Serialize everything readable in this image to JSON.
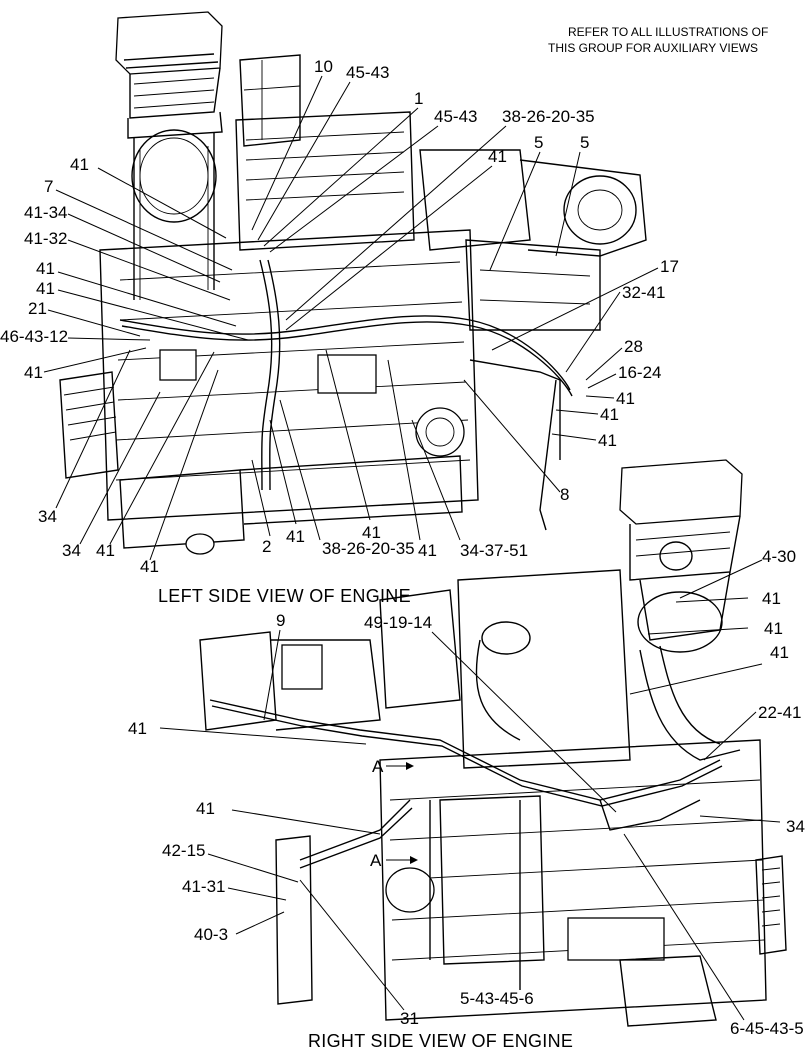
{
  "note": {
    "line1": "REFER TO ALL ILLUSTRATIONS OF",
    "line2": "THIS GROUP FOR AUXILIARY VIEWS"
  },
  "captions": {
    "left_view": "LEFT SIDE VIEW OF ENGINE",
    "right_view": "RIGHT SIDE VIEW OF ENGINE"
  },
  "left_callouts": [
    {
      "id": "l01",
      "text": "10"
    },
    {
      "id": "l02",
      "text": "45-43"
    },
    {
      "id": "l03",
      "text": "1"
    },
    {
      "id": "l04",
      "text": "45-43"
    },
    {
      "id": "l05",
      "text": "38-26-20-35"
    },
    {
      "id": "l06",
      "text": "5"
    },
    {
      "id": "l07",
      "text": "5"
    },
    {
      "id": "l08",
      "text": "41"
    },
    {
      "id": "l09",
      "text": "41"
    },
    {
      "id": "l10",
      "text": "7"
    },
    {
      "id": "l11",
      "text": "41-34"
    },
    {
      "id": "l12",
      "text": "41-32"
    },
    {
      "id": "l13",
      "text": "41"
    },
    {
      "id": "l14",
      "text": "41"
    },
    {
      "id": "l15",
      "text": "21"
    },
    {
      "id": "l16",
      "text": "46-43-12"
    },
    {
      "id": "l17",
      "text": "41"
    },
    {
      "id": "l18",
      "text": "17"
    },
    {
      "id": "l19",
      "text": "32-41"
    },
    {
      "id": "l20",
      "text": "28"
    },
    {
      "id": "l21",
      "text": "16-24"
    },
    {
      "id": "l22",
      "text": "41"
    },
    {
      "id": "l23",
      "text": "41"
    },
    {
      "id": "l24",
      "text": "41"
    },
    {
      "id": "l25",
      "text": "8"
    },
    {
      "id": "l26",
      "text": "34"
    },
    {
      "id": "l27",
      "text": "34"
    },
    {
      "id": "l28",
      "text": "41"
    },
    {
      "id": "l29",
      "text": "41"
    },
    {
      "id": "l30",
      "text": "2"
    },
    {
      "id": "l31",
      "text": "41"
    },
    {
      "id": "l32",
      "text": "38-26-20-35"
    },
    {
      "id": "l33",
      "text": "41"
    },
    {
      "id": "l34",
      "text": "41"
    },
    {
      "id": "l35",
      "text": "34-37-51"
    }
  ],
  "right_callouts": [
    {
      "id": "r01",
      "text": "4-30"
    },
    {
      "id": "r02",
      "text": "41"
    },
    {
      "id": "r03",
      "text": "9"
    },
    {
      "id": "r04",
      "text": "49-19-14"
    },
    {
      "id": "r05",
      "text": "41"
    },
    {
      "id": "r06",
      "text": "41"
    },
    {
      "id": "r07",
      "text": "41"
    },
    {
      "id": "r08",
      "text": "22-41"
    },
    {
      "id": "r09",
      "text": "A"
    },
    {
      "id": "r10",
      "text": "41"
    },
    {
      "id": "r11",
      "text": "34"
    },
    {
      "id": "r12",
      "text": "A"
    },
    {
      "id": "r13",
      "text": "42-15"
    },
    {
      "id": "r14",
      "text": "41-31"
    },
    {
      "id": "r15",
      "text": "40-3"
    },
    {
      "id": "r16",
      "text": "5-43-45-6"
    },
    {
      "id": "r17",
      "text": "31"
    },
    {
      "id": "r18",
      "text": "6-45-43-5"
    }
  ]
}
